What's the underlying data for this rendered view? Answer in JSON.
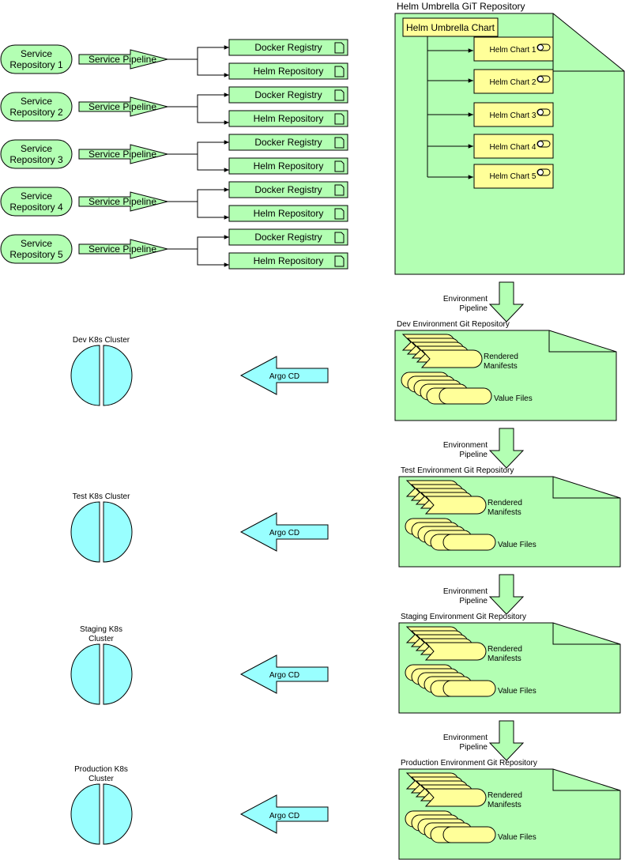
{
  "colors": {
    "green": "#b3ffb3",
    "yellow": "#ffff99",
    "cyan": "#99ffff",
    "stroke": "#000000"
  },
  "services": [
    {
      "repo_line1": "Service",
      "repo_line2": "Repository 1",
      "pipeline": "Service Pipeline",
      "docker": "Docker Registry",
      "helm": "Helm Repository"
    },
    {
      "repo_line1": "Service",
      "repo_line2": "Repository 2",
      "pipeline": "Service Pipeline",
      "docker": "Docker Registry",
      "helm": "Helm Repository"
    },
    {
      "repo_line1": "Service",
      "repo_line2": "Repository 3",
      "pipeline": "Service Pipeline",
      "docker": "Docker Registry",
      "helm": "Helm Repository"
    },
    {
      "repo_line1": "Service",
      "repo_line2": "Repository 4",
      "pipeline": "Service Pipeline",
      "docker": "Docker Registry",
      "helm": "Helm Repository"
    },
    {
      "repo_line1": "Service",
      "repo_line2": "Repository 5",
      "pipeline": "Service Pipeline",
      "docker": "Docker Registry",
      "helm": "Helm Repository"
    }
  ],
  "umbrella": {
    "repo_title": "Helm Umbrella GiT Repository",
    "chart_title": "Helm Umbrella Chart",
    "charts": [
      "Helm Chart 1",
      "Helm Chart 2",
      "Helm Chart 3",
      "Helm Chart 4",
      "Helm Chart 5"
    ]
  },
  "environments": [
    {
      "pipeline_line1": "Environment",
      "pipeline_line2": "Pipeline",
      "repo_title": "Dev Environment Git Repository",
      "manifests_line1": "Rendered",
      "manifests_line2": "Manifests",
      "values": "Value Files",
      "argo": "Argo CD",
      "cluster_line1": "Dev K8s Cluster",
      "cluster_line2": ""
    },
    {
      "pipeline_line1": "Environment",
      "pipeline_line2": "Pipeline",
      "repo_title": "Test Environment Git Repository",
      "manifests_line1": "Rendered",
      "manifests_line2": "Manifests",
      "values": "Value Files",
      "argo": "Argo CD",
      "cluster_line1": "Test K8s Cluster",
      "cluster_line2": ""
    },
    {
      "pipeline_line1": "Environment",
      "pipeline_line2": "Pipeline",
      "repo_title": "Staging Environment Git Repository",
      "manifests_line1": "Rendered",
      "manifests_line2": "Manifests",
      "values": "Value Files",
      "argo": "Argo CD",
      "cluster_line1": "Staging K8s",
      "cluster_line2": "Cluster"
    },
    {
      "pipeline_line1": "Environment",
      "pipeline_line2": "Pipeline",
      "repo_title": "Production Environment Git Repository",
      "manifests_line1": "Rendered",
      "manifests_line2": "Manifests",
      "values": "Value Files",
      "argo": "Argo CD",
      "cluster_line1": "Production K8s",
      "cluster_line2": "Cluster"
    }
  ]
}
